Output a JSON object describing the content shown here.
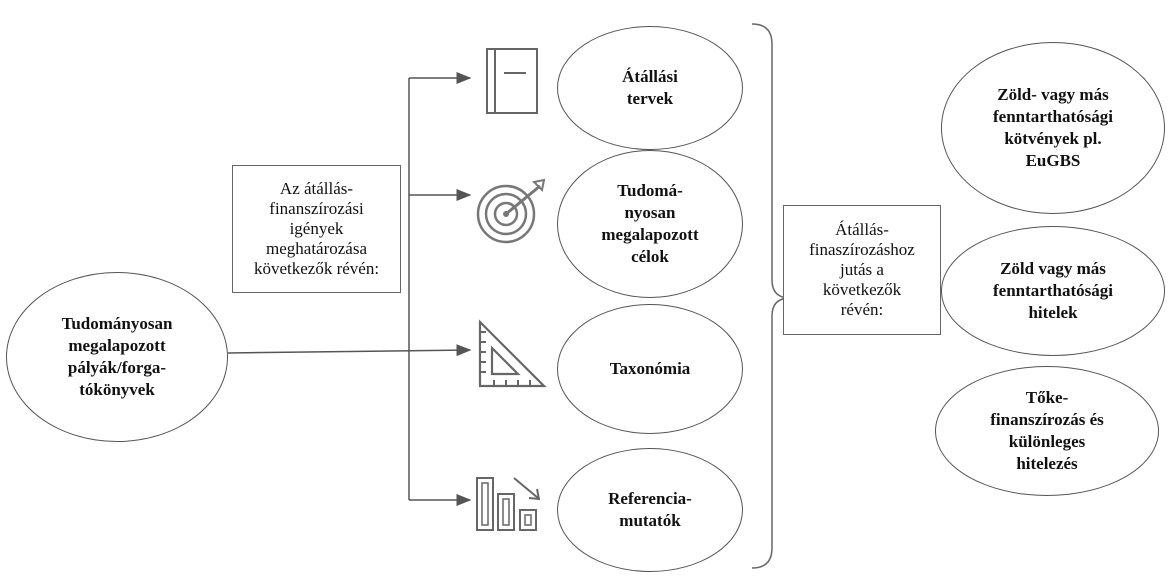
{
  "source_node": "Tudományosan\nmegalapozott\npályák/forga-\ntókönyvek",
  "needs_box": "Az átállás-\nfinanszírozási\nigények\nmeghatározása\nkövetkezők révén:",
  "access_box": "Átállás-\nfinaszírozáshoz\njutás a\nkövetkezők\nrévén:",
  "tools": [
    {
      "label": "Átállási\ntervek",
      "icon": "book-icon"
    },
    {
      "label": "Tudomá-\nnyosan\nmegalapozott\ncélok",
      "icon": "target-icon"
    },
    {
      "label": "Taxonómia",
      "icon": "set-square-icon"
    },
    {
      "label": "Referencia-\nmutatók",
      "icon": "bar-chart-icon"
    }
  ],
  "instruments": [
    {
      "label": "Zöld- vagy más\nfenntarthatósági\nkötvények pl.\nEuGBS"
    },
    {
      "label": "Zöld vagy más\nfenntarthatósági\nhitelek"
    },
    {
      "label": "Tőke-\nfinanszírozás és\nkülönleges\nhitelezés"
    }
  ]
}
